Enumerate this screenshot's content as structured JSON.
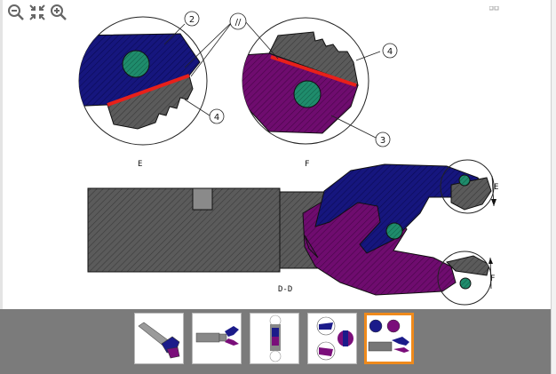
{
  "toolbar": {
    "zoom_out_icon": "zoom-out-icon",
    "fit_icon": "fit-to-window-icon",
    "zoom_in_icon": "zoom-in-icon"
  },
  "drawing": {
    "detail_e_label": "E",
    "detail_f_label": "F",
    "section_label": "D-D",
    "callout_e": "E",
    "callout_f": "F",
    "balloon_2": "2",
    "balloon_4_top": "4",
    "balloon_4_bottom": "4",
    "balloon_3": "3",
    "balloon_parallel": "//"
  },
  "thumbnails": [
    {
      "name": "thumbnail-1",
      "selected": false
    },
    {
      "name": "thumbnail-2",
      "selected": false
    },
    {
      "name": "thumbnail-3",
      "selected": false
    },
    {
      "name": "thumbnail-4",
      "selected": false
    },
    {
      "name": "thumbnail-5",
      "selected": true
    }
  ],
  "colors": {
    "navy": "#14147a",
    "purple": "#6b0a6b",
    "steel": "#5b5b5b",
    "teal": "#1e8b6a",
    "red": "#e8201a",
    "accent": "#ef8a1c"
  }
}
